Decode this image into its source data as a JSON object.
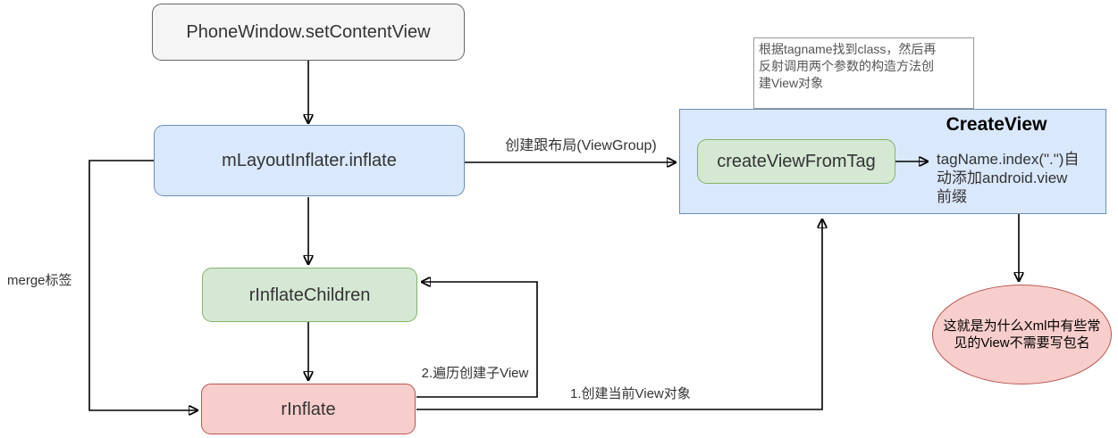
{
  "diagram": {
    "nodes": {
      "phone_window": {
        "label": "PhoneWindow.setContentView"
      },
      "layout_inflater": {
        "label": "mLayoutInflater.inflate"
      },
      "create_view_group": {
        "title": "CreateView"
      },
      "create_view_from_tag": {
        "label": "createViewFromTag"
      },
      "tag_name_detail": {
        "text": "tagName.index(\".\")自\n动添加android.view\n前缀"
      },
      "reflection_note": {
        "text": "根据tagname找到class，然后再\n反射调用两个参数的构造方法创\n建View对象"
      },
      "r_inflate_children": {
        "label": "rInflateChildren"
      },
      "r_inflate": {
        "label": "rInflate"
      },
      "conclusion_ellipse": {
        "text": "这就是为什么Xml中有些常\n见的View不需要写包名"
      }
    },
    "edge_labels": {
      "create_root_layout": "创建跟布局(ViewGroup)",
      "merge_tag": "merge标签",
      "iterate_children": "2.遍历创建子View",
      "create_current_view": "1.创建当前View对象"
    },
    "colors": {
      "blue_fill": "#dae8fc",
      "blue_stroke": "#6c8ebf",
      "green_fill": "#d5e8d4",
      "green_stroke": "#82b366",
      "red_fill": "#f8cecc",
      "red_stroke": "#b85450",
      "gray_fill": "#f5f5f5",
      "gray_stroke": "#666666",
      "note_fill": "#ffffff",
      "note_stroke": "#999999",
      "note_text": "#545454",
      "connector": "#000000",
      "text": "#333333"
    }
  }
}
